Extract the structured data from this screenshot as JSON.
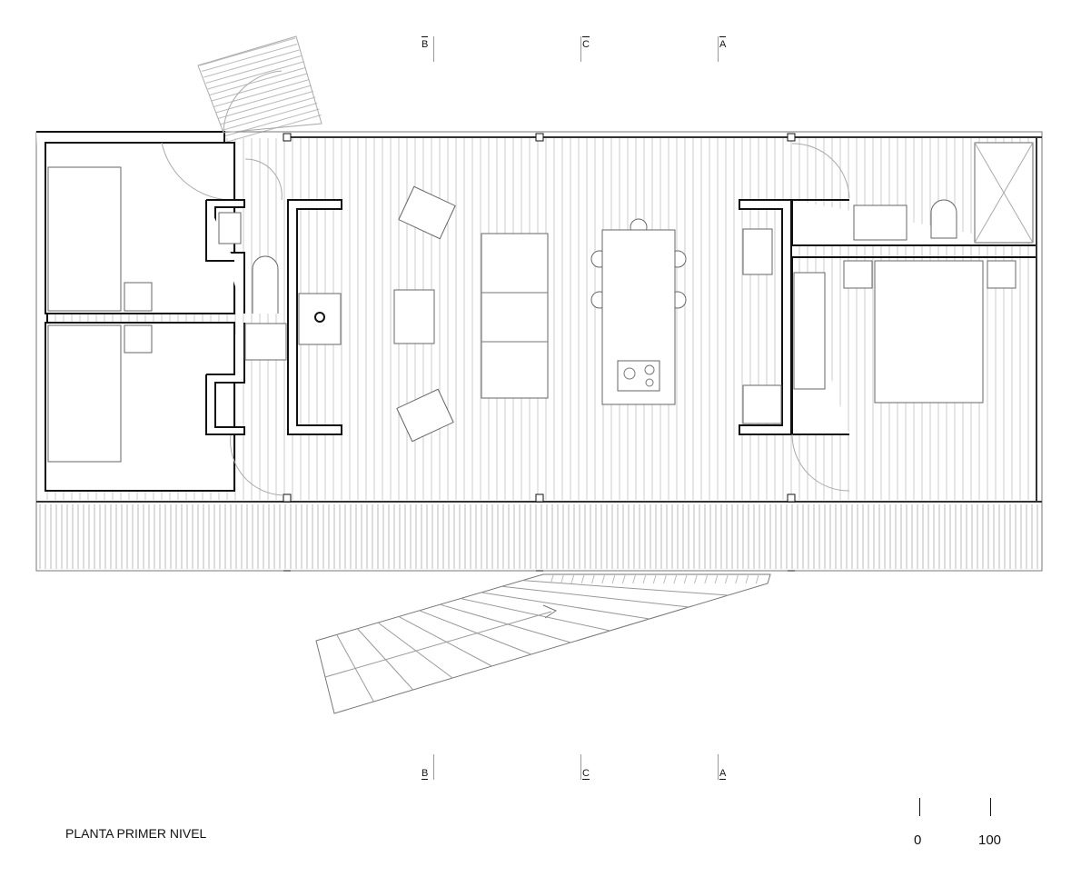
{
  "title": "PLANTA PRIMER NIVEL",
  "section_markers": {
    "top": [
      "B",
      "C",
      "A"
    ],
    "bottom": [
      "B",
      "C",
      "A"
    ]
  },
  "scale": {
    "start": "0",
    "end": "100"
  }
}
